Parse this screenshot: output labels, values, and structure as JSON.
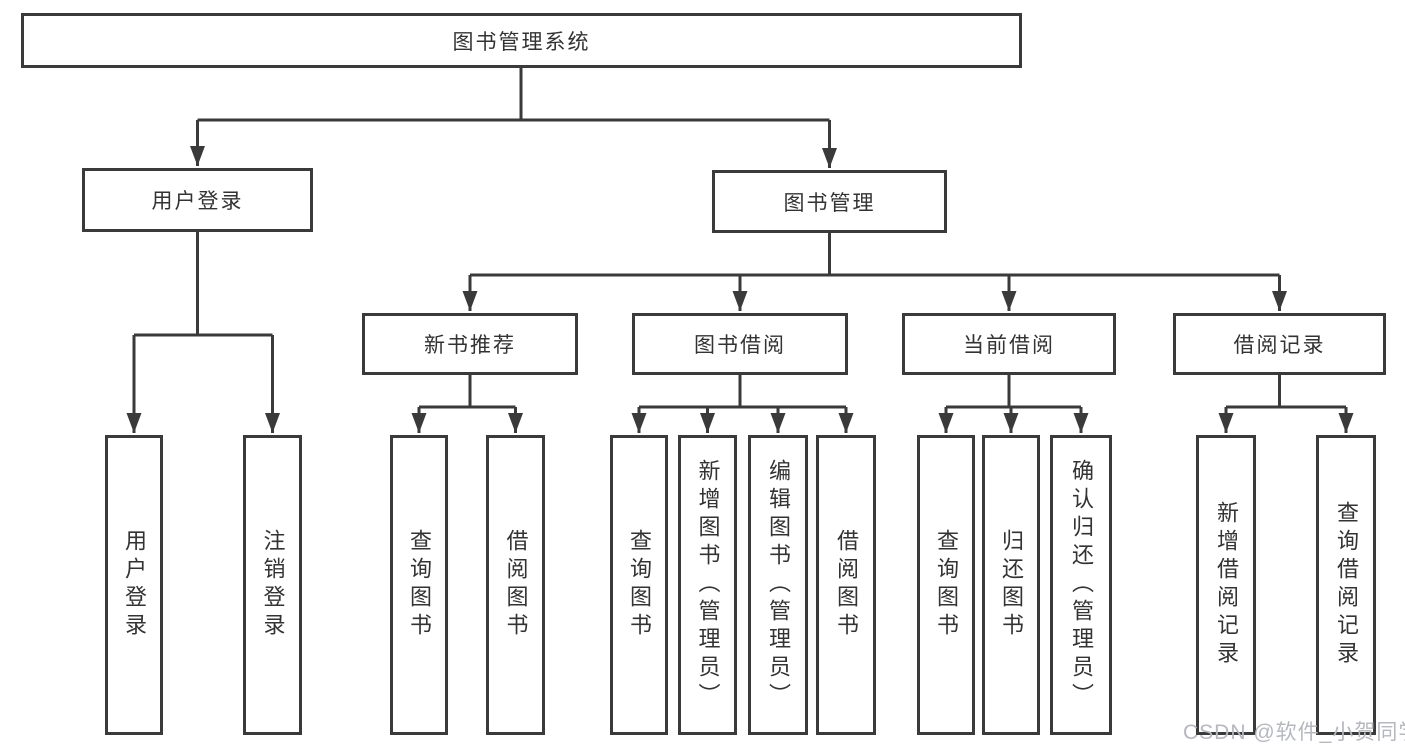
{
  "diagram": {
    "type": "hierarchy-functional-structure",
    "colors": {
      "line": "#3a3a3a",
      "box_border": "#3a3a3a",
      "box_fill": "#ffffff",
      "text": "#333333",
      "watermark": "#b5b8be"
    },
    "watermark": "CSDN @软件_小贺同学",
    "tree": {
      "label": "图书管理系统",
      "children": [
        {
          "label": "用户登录",
          "children": [
            {
              "label": "用户登录"
            },
            {
              "label": "注销登录"
            }
          ]
        },
        {
          "label": "图书管理",
          "children": [
            {
              "label": "新书推荐",
              "children": [
                {
                  "label": "查询图书"
                },
                {
                  "label": "借阅图书"
                }
              ]
            },
            {
              "label": "图书借阅",
              "children": [
                {
                  "label": "查询图书"
                },
                {
                  "label": "新增图书（管理员）"
                },
                {
                  "label": "编辑图书（管理员）"
                },
                {
                  "label": "借阅图书"
                }
              ]
            },
            {
              "label": "当前借阅",
              "children": [
                {
                  "label": "查询图书"
                },
                {
                  "label": "归还图书"
                },
                {
                  "label": "确认归还（管理员）"
                }
              ]
            },
            {
              "label": "借阅记录",
              "children": [
                {
                  "label": "新增借阅记录"
                },
                {
                  "label": "查询借阅记录"
                }
              ]
            }
          ]
        }
      ]
    }
  }
}
